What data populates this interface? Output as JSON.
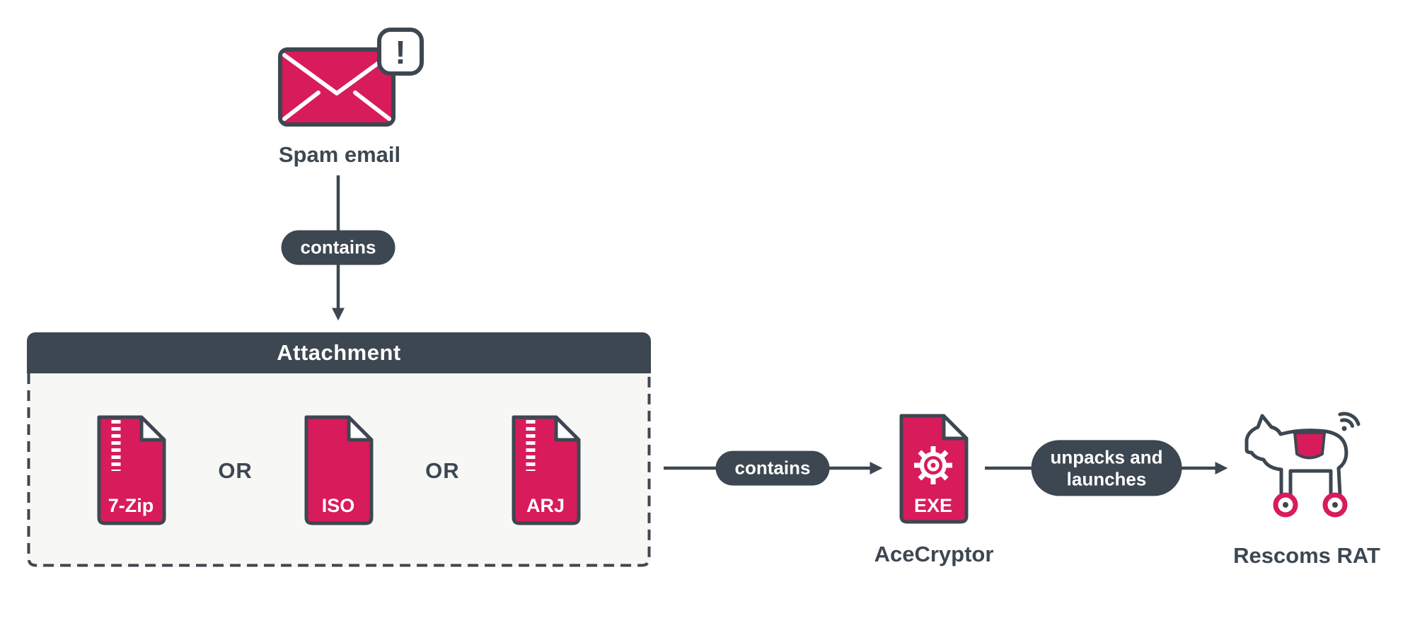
{
  "colors": {
    "accent": "#d81b5a",
    "dark": "#3d4751",
    "panel": "#f7f7f6"
  },
  "spam_email": {
    "label": "Spam email",
    "icon": "envelope-alert-icon",
    "badge": "!"
  },
  "edge_contains_1": {
    "label": "contains"
  },
  "attachment": {
    "title": "Attachment",
    "or_1": "OR",
    "or_2": "OR",
    "files": [
      {
        "label": "7-Zip",
        "icon": "zip-archive-file-icon"
      },
      {
        "label": "ISO",
        "icon": "iso-file-icon"
      },
      {
        "label": "ARJ",
        "icon": "zip-archive-file-icon"
      }
    ]
  },
  "edge_contains_2": {
    "label": "contains"
  },
  "acecryptor": {
    "label": "AceCryptor",
    "file_label": "EXE",
    "icon": "gear-executable-file-icon"
  },
  "edge_unpacks_launches": {
    "line1": "unpacks and",
    "line2": "launches"
  },
  "rescoms": {
    "label": "Rescoms RAT",
    "icon": "trojan-horse-icon"
  }
}
